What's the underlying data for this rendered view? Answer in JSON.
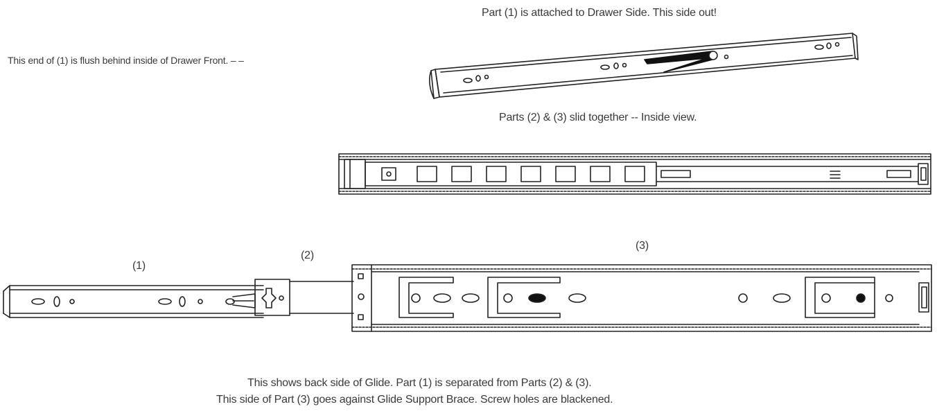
{
  "captions": {
    "top": "Part (1) is attached to Drawer Side.  This side out!",
    "left": "This end of (1) is flush behind inside of Drawer Front.  – –",
    "middle": "Parts (2) & (3) slid together -- Inside view.",
    "bottom_line1": "This shows back side of Glide.  Part (1) is separated from Parts (2) & (3).",
    "bottom_line2": "This side of Part (3) goes against Glide Support Brace.  Screw holes are blackened."
  },
  "part_labels": {
    "part1": "(1)",
    "part2": "(2)",
    "part3": "(3)"
  },
  "colors": {
    "line": "#222222",
    "text": "#3a3a3a",
    "fill_dark": "#111111"
  }
}
